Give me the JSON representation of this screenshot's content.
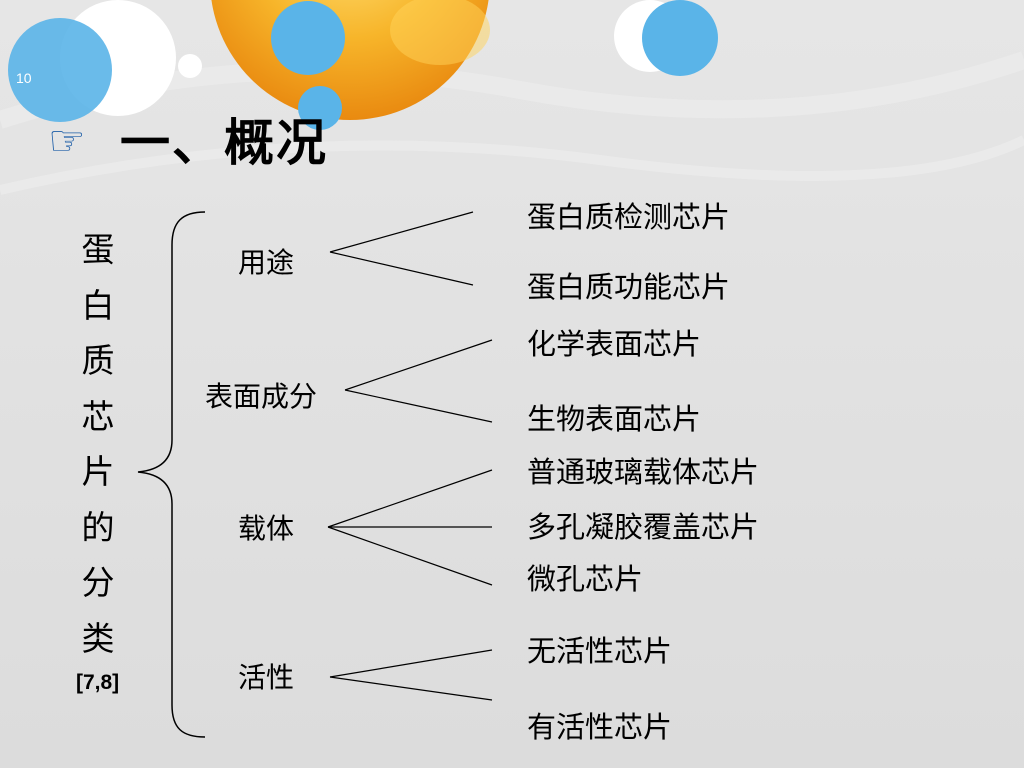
{
  "slide": {
    "number": "10",
    "title": "一、概况",
    "pointer_icon": "pointing-hand-icon"
  },
  "classification": {
    "root_label": "蛋白质芯片的分类",
    "citation": "[7,8]",
    "branches": [
      {
        "label": "用途",
        "items": [
          "蛋白质检测芯片",
          "蛋白质功能芯片"
        ]
      },
      {
        "label": "表面成分",
        "items": [
          "化学表面芯片",
          "生物表面芯片"
        ]
      },
      {
        "label": "载体",
        "items": [
          "普通玻璃载体芯片",
          "多孔凝胶覆盖芯片",
          "微孔芯片"
        ]
      },
      {
        "label": "活性",
        "items": [
          "无活性芯片",
          "有活性芯片"
        ]
      }
    ]
  },
  "colors": {
    "background": "#dedede",
    "orange_orb": "#f5a81c",
    "blue_bubble": "#5ab4e8",
    "white_bubble": "#ffffff",
    "pointer": "#1f5fa8"
  }
}
